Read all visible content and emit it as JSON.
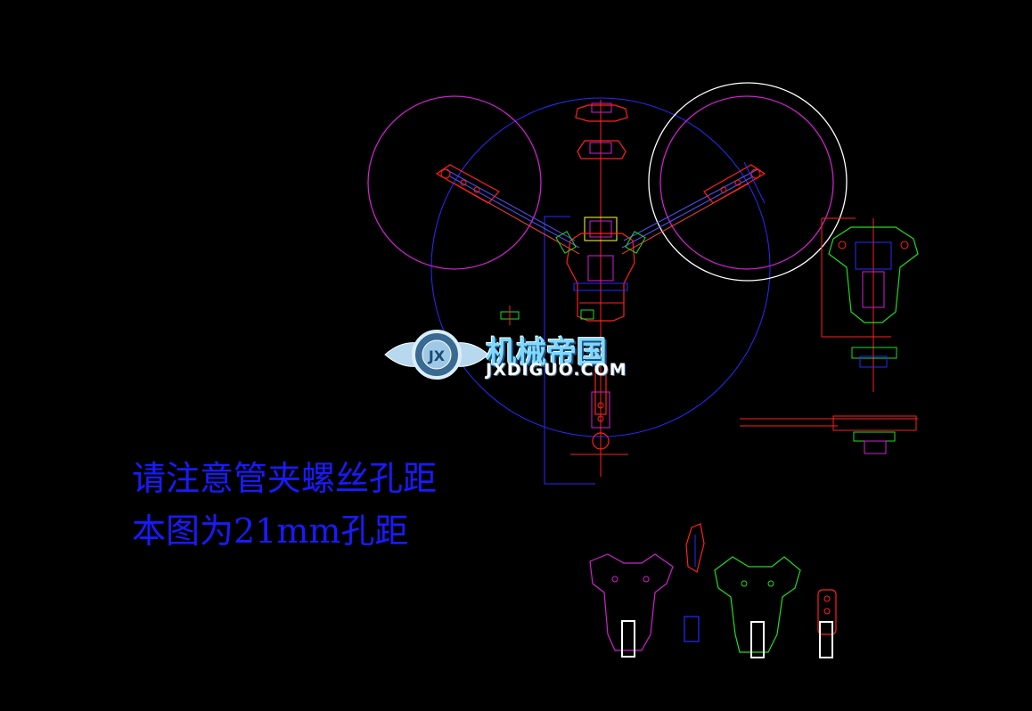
{
  "notes": {
    "line1": "请注意管夹螺丝孔距",
    "line2": "本图为21mm孔距"
  },
  "watermark": {
    "text_cn": "机械帝国",
    "text_en": "JXDIGUO.COM",
    "emblem_letters": "JX"
  },
  "colors": {
    "background": "#000000",
    "note_text": "#1a1aff",
    "frame_red": "#ff2020",
    "magenta": "#d020d0",
    "blue_circle": "#2020ff",
    "green": "#20ff20",
    "white": "#ffffff"
  }
}
